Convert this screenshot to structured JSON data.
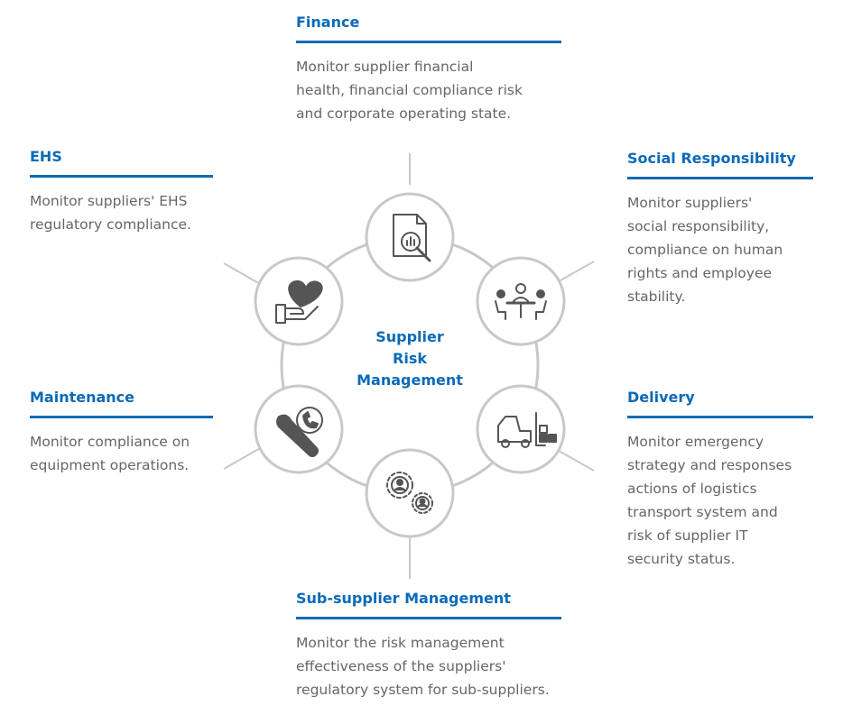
{
  "center": {
    "title_line1": "Supplier",
    "title_line2": "Risk",
    "title_line3": "Management"
  },
  "colors": {
    "accent": "#0b6ab7",
    "circle_stroke": "#c8c8c8",
    "icon": "#555555",
    "text": "#666666"
  },
  "finance": {
    "title": "Finance",
    "desc_line1": "Monitor supplier financial",
    "desc_line2": "health, financial compliance risk",
    "desc_line3": "and corporate operating state.",
    "icon": "document-analytics-icon"
  },
  "ehs": {
    "title": "EHS",
    "desc_line1": "Monitor suppliers' EHS",
    "desc_line2": "regulatory compliance.",
    "icon": "hand-heart-icon"
  },
  "social": {
    "title": "Social Responsibility",
    "desc_line1": "Monitor suppliers'",
    "desc_line2": "social responsibility,",
    "desc_line3": "compliance on human",
    "desc_line4": "rights and employee",
    "desc_line5": "stability.",
    "icon": "people-meeting-icon"
  },
  "maintenance": {
    "title": "Maintenance",
    "desc_line1": "Monitor compliance on",
    "desc_line2": "equipment operations.",
    "icon": "wrench-phone-icon"
  },
  "delivery": {
    "title": "Delivery",
    "desc_line1": "Monitor emergency",
    "desc_line2": "strategy and responses",
    "desc_line3": "actions of logistics",
    "desc_line4": "transport system and",
    "desc_line5": "risk of supplier IT",
    "desc_line6": "security status.",
    "icon": "forklift-icon"
  },
  "subsupplier": {
    "title": "Sub-supplier Management",
    "desc_line1": "Monitor the risk management",
    "desc_line2": "effectiveness of the suppliers'",
    "desc_line3": "regulatory system for sub-suppliers.",
    "icon": "gear-people-icon"
  }
}
